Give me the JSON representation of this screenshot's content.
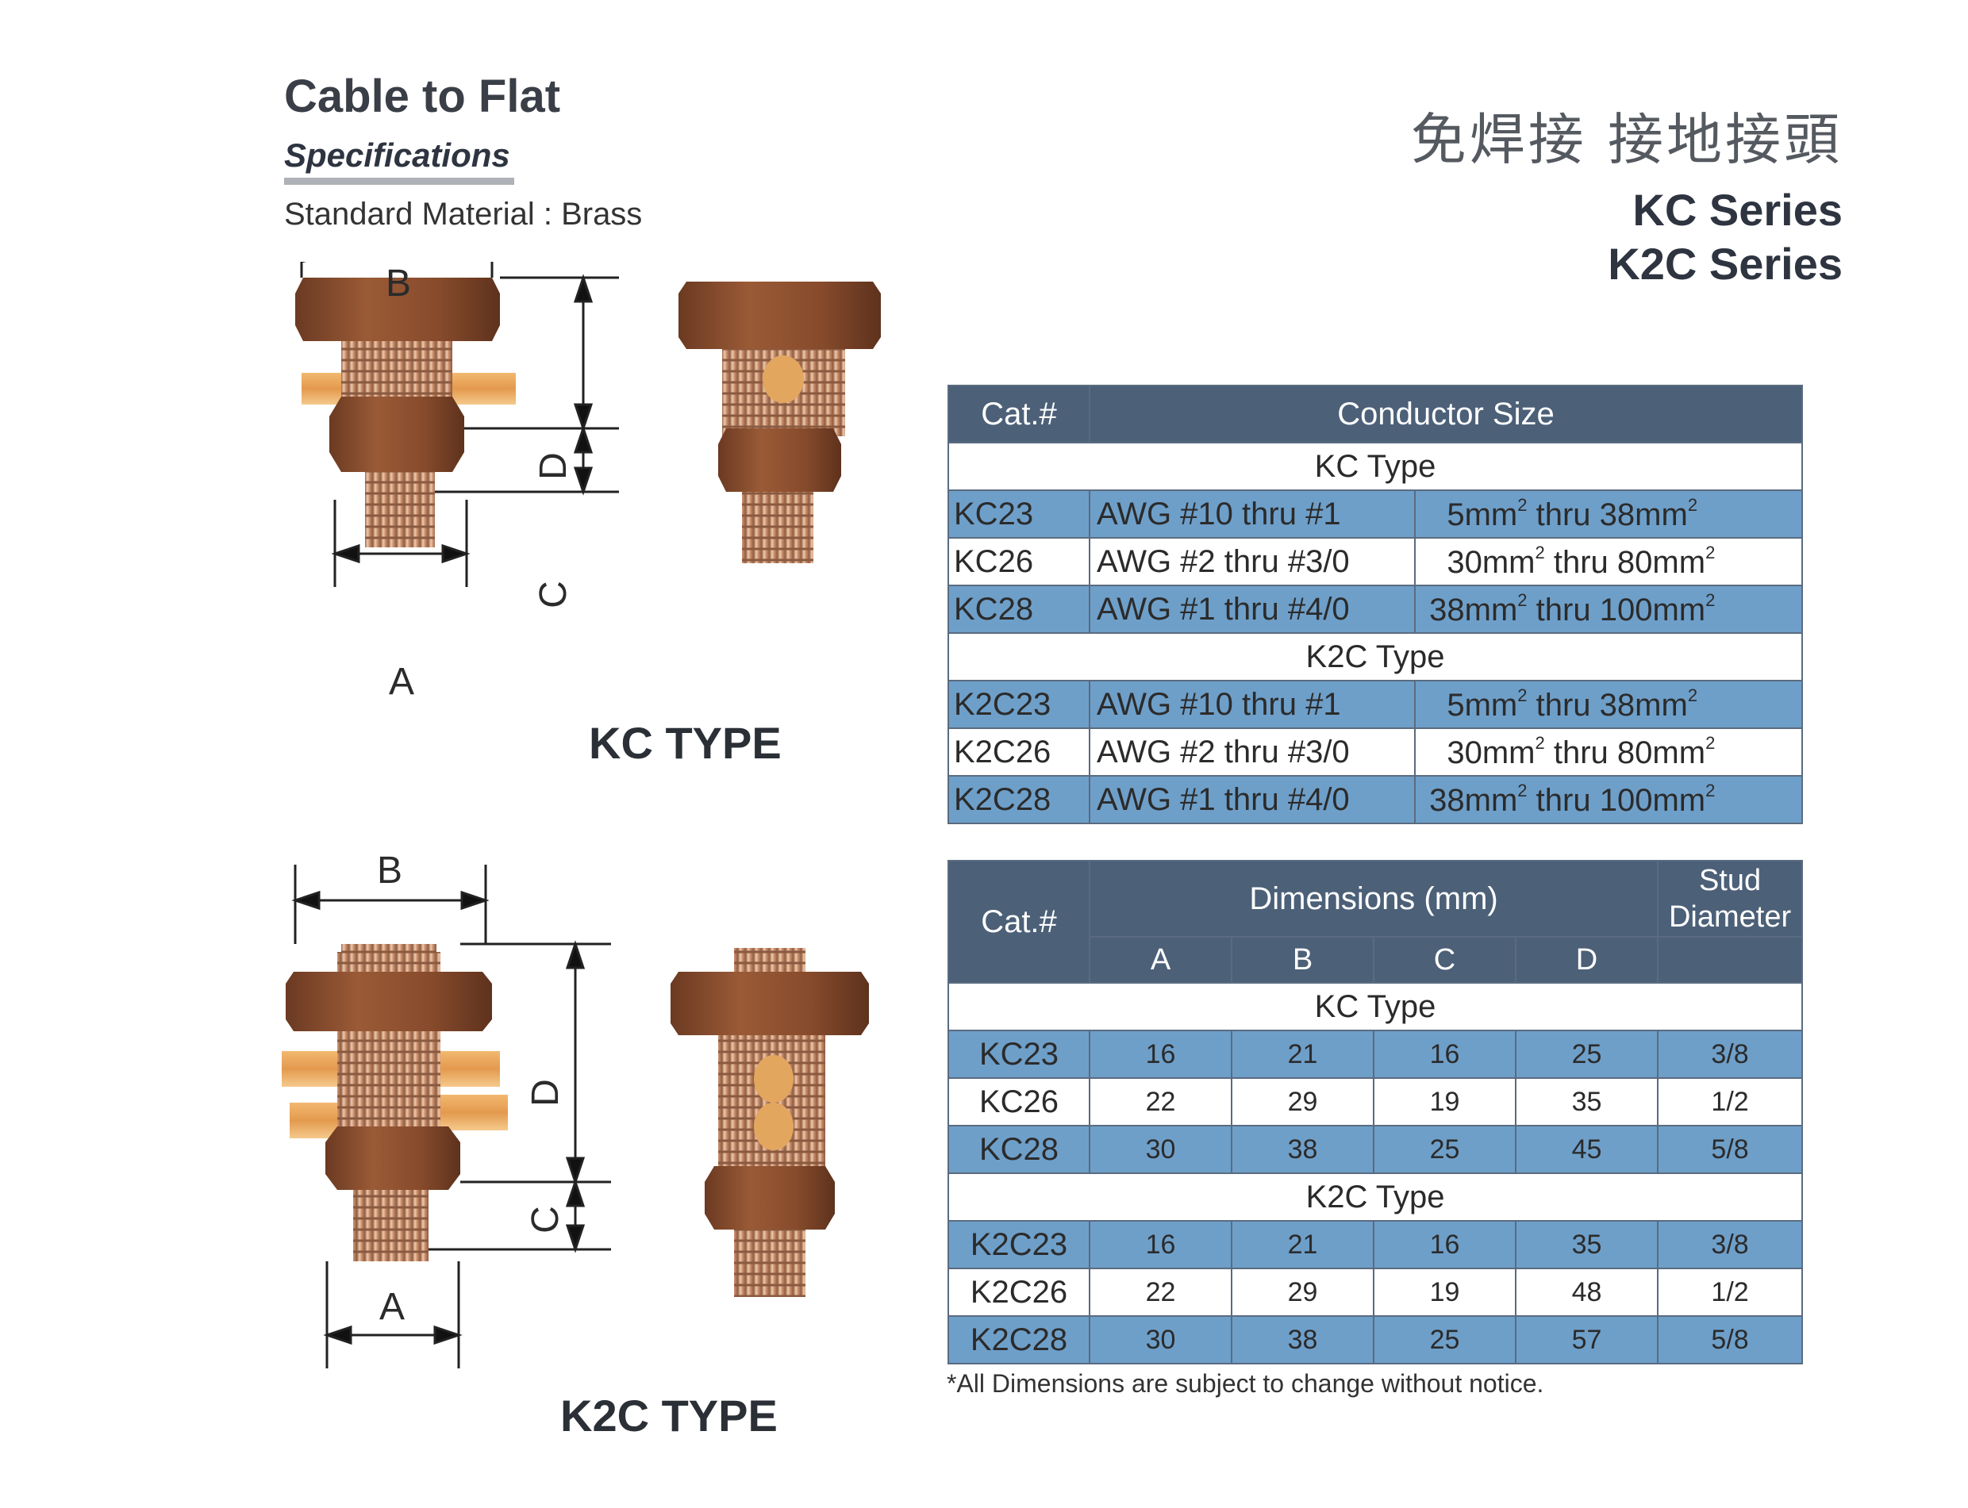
{
  "header": {
    "title": "Cable to Flat",
    "subtitle": "Specifications",
    "material": "Standard Material : Brass",
    "chinese_title": "免焊接 接地接頭",
    "series": [
      "KC Series",
      "K2C Series"
    ]
  },
  "diagrams": {
    "kc": {
      "type_label": "KC TYPE",
      "dims": {
        "a": "A",
        "b": "B",
        "c": "C",
        "d": "D"
      }
    },
    "k2c": {
      "type_label": "K2C TYPE",
      "dims": {
        "a": "A",
        "b": "B",
        "c": "C",
        "d": "D"
      }
    }
  },
  "conductor_table": {
    "headers": {
      "cat": "Cat.#",
      "conductor": "Conductor Size"
    },
    "groups": [
      {
        "label": "KC Type",
        "rows": [
          {
            "cat": "KC23",
            "awg": "AWG #10 thru #1",
            "mm_from": "5mm",
            "mm_to": "38mm"
          },
          {
            "cat": "KC26",
            "awg": "AWG #2 thru #3/0",
            "mm_from": "30mm",
            "mm_to": "80mm"
          },
          {
            "cat": "KC28",
            "awg": "AWG #1 thru #4/0",
            "mm_from": "38mm",
            "mm_to": "100mm"
          }
        ]
      },
      {
        "label": "K2C Type",
        "rows": [
          {
            "cat": "K2C23",
            "awg": "AWG #10 thru #1",
            "mm_from": "5mm",
            "mm_to": "38mm"
          },
          {
            "cat": "K2C26",
            "awg": "AWG #2 thru #3/0",
            "mm_from": "30mm",
            "mm_to": "80mm"
          },
          {
            "cat": "K2C28",
            "awg": "AWG #1 thru #4/0",
            "mm_from": "38mm",
            "mm_to": "100mm"
          }
        ]
      }
    ],
    "thru": "thru",
    "sup": "2"
  },
  "dimension_table": {
    "headers": {
      "cat": "Cat.#",
      "dimensions": "Dimensions (mm)",
      "stud": "Stud Diameter",
      "cols": [
        "A",
        "B",
        "C",
        "D"
      ]
    },
    "groups": [
      {
        "label": "KC Type",
        "rows": [
          {
            "cat": "KC23",
            "a": "16",
            "b": "21",
            "c": "16",
            "d": "25",
            "stud": "3/8"
          },
          {
            "cat": "KC26",
            "a": "22",
            "b": "29",
            "c": "19",
            "d": "35",
            "stud": "1/2"
          },
          {
            "cat": "KC28",
            "a": "30",
            "b": "38",
            "c": "25",
            "d": "45",
            "stud": "5/8"
          }
        ]
      },
      {
        "label": "K2C Type",
        "rows": [
          {
            "cat": "K2C23",
            "a": "16",
            "b": "21",
            "c": "16",
            "d": "35",
            "stud": "3/8"
          },
          {
            "cat": "K2C26",
            "a": "22",
            "b": "29",
            "c": "19",
            "d": "48",
            "stud": "1/2"
          },
          {
            "cat": "K2C28",
            "a": "30",
            "b": "38",
            "c": "25",
            "d": "57",
            "stud": "5/8"
          }
        ]
      }
    ],
    "footnote": "*All Dimensions are subject to change without notice."
  },
  "colors": {
    "header_bg": "#4c6078",
    "row_blue": "#6e9fc9",
    "brass": "#8a5232",
    "copper_wire": "#e8a85a"
  }
}
